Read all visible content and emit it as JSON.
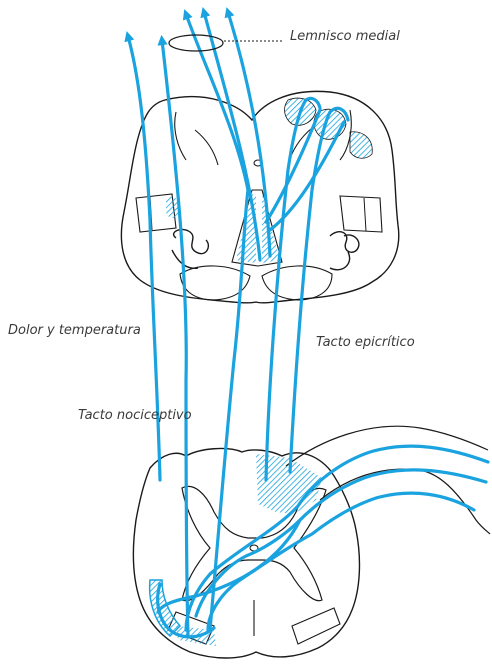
{
  "labels": {
    "lemnisco_medial": "Lemnisco medial",
    "dolor_temperatura": "Dolor y temperatura",
    "tacto_epicritico": "Tacto epicrítico",
    "tacto_nociceptivo": "Tacto nociceptivo"
  },
  "colors": {
    "pathway": "#1aa3df",
    "outline": "#1a1a1a",
    "hatch": "#1aa3df",
    "background": "#ffffff"
  }
}
